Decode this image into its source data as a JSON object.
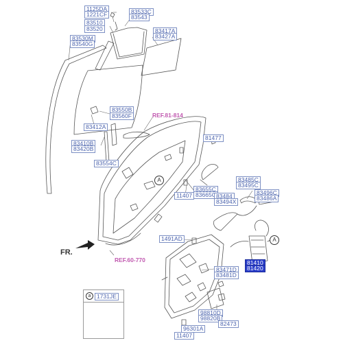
{
  "labels": {
    "p1125DA": "1125DA",
    "p1221CF": "1221CF",
    "p83533C": "83533C",
    "p83543": "83543",
    "p83510": "83510",
    "p83520": "83520",
    "p83530M": "83530M",
    "p83540G": "83540G",
    "p83417A": "83417A",
    "p83427A": "83427A",
    "p83550B": "83550B",
    "p83560F": "83560F",
    "p83412A": "83412A",
    "p83410B": "83410B",
    "p83420B": "83420B",
    "p83554C": "83554C",
    "p81477": "81477",
    "p83485C": "83485C",
    "p83495C": "83495C",
    "p83655C": "83655C",
    "p83665C": "83665C",
    "p83484": "83484",
    "p83494X": "83494X",
    "p83496C": "83496C",
    "p83486A": "83486A",
    "p11407a": "11407",
    "p1491AD": "1491AD",
    "p81410": "81410",
    "p81420": "81420",
    "p83471D": "83471D",
    "p83481D": "83481D",
    "p98810D": "98810D",
    "p98820B": "98820B",
    "p82473": "82473",
    "p96301A": "96301A",
    "p11407b": "11407",
    "p1731JE": "1731JE"
  },
  "refs": {
    "ref81814": "REF.81-814",
    "ref60770": "REF.60-770"
  },
  "front_marker": "FR.",
  "callouts": {
    "a1": "A",
    "a2": "A",
    "legend_a": "a"
  },
  "colors": {
    "label_text": "#4a62ad",
    "label_border": "#7c8fc3",
    "highlight_fill": "#2a3ec9",
    "ref_text": "#c15ab0",
    "line_art": "#555555"
  }
}
